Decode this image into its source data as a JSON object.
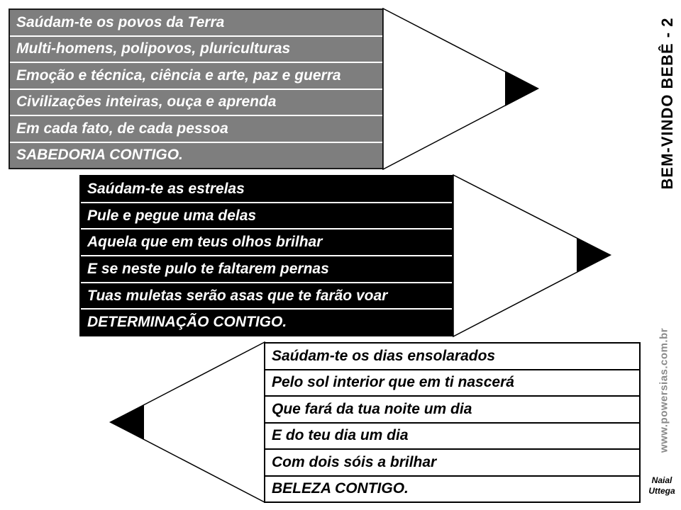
{
  "slide": {
    "vertical_title": "BEM-VINDO BEBÊ  -  2",
    "vertical_url": "www.powersias.com.br",
    "credit": {
      "line1": "Naial",
      "line2": "Uttega"
    }
  },
  "colors": {
    "gray_block_bg": "#7e7e7e",
    "black_block_bg": "#000000",
    "white_block_bg": "#ffffff",
    "light_text": "#ffffff",
    "dark_text": "#000000",
    "url_gray": "#8a8a8a"
  },
  "blocks": [
    {
      "theme": "gray",
      "arrow_direction": "right",
      "lines": [
        "Saúdam-te os povos da Terra",
        "Multi-homens, polipovos, pluriculturas",
        "Emoção e técnica, ciência e arte, paz e guerra",
        "Civilizações inteiras, ouça e aprenda",
        "Em cada fato, de cada pessoa",
        "SABEDORIA CONTIGO."
      ]
    },
    {
      "theme": "black",
      "arrow_direction": "right",
      "lines": [
        "Saúdam-te as estrelas",
        "Pule e pegue uma delas",
        "Aquela que em teus olhos brilhar",
        "E se neste pulo te faltarem pernas",
        "Tuas muletas serão asas que te farão voar",
        "DETERMINAÇÃO CONTIGO."
      ]
    },
    {
      "theme": "white",
      "arrow_direction": "left",
      "lines": [
        "Saúdam-te os dias ensolarados",
        "Pelo sol interior que em ti nascerá",
        "Que fará da tua noite um dia",
        "E do teu dia um dia",
        "Com dois sóis a brilhar",
        "BELEZA CONTIGO."
      ]
    }
  ]
}
